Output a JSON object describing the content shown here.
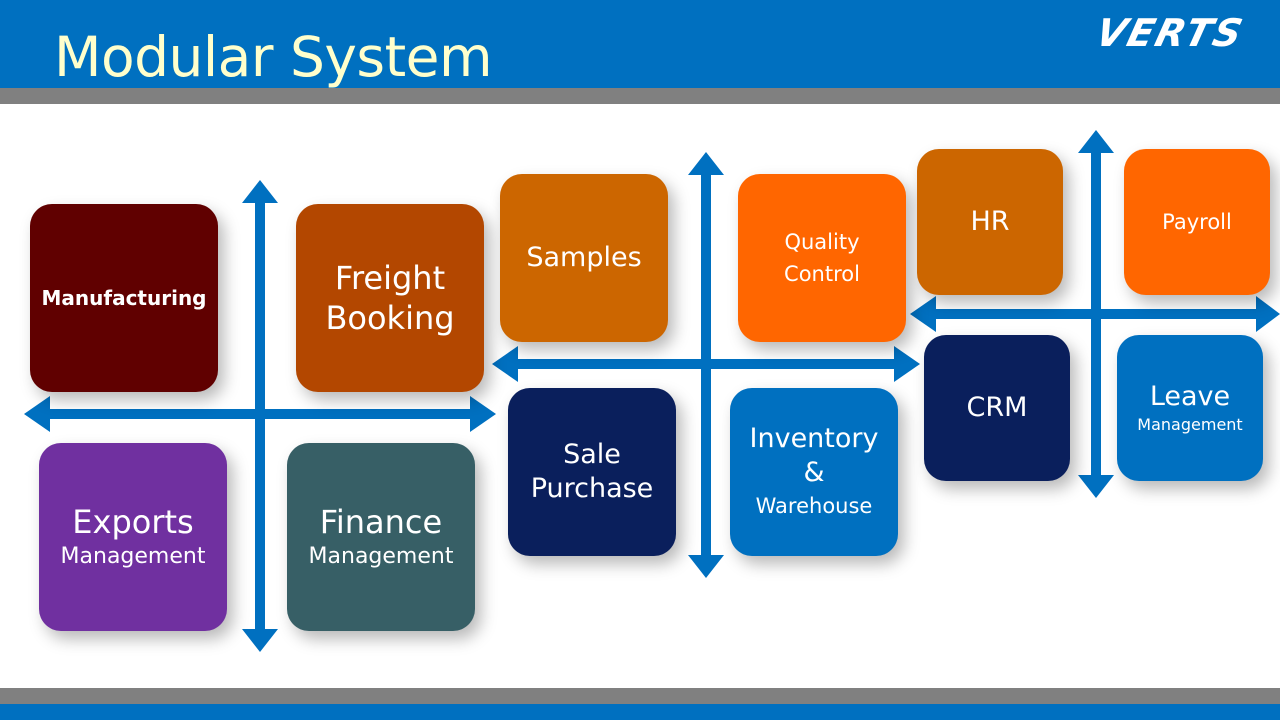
{
  "slide": {
    "title": "Modular System",
    "logo_text": "VERTS"
  },
  "colors": {
    "header_blue": "#0070c0",
    "band_gray": "#808080",
    "title_color": "#ffffcc",
    "arrow_blue": "#0070c0"
  },
  "modules": {
    "manufacturing": {
      "line1": "Manufacturing",
      "color": "#600000"
    },
    "freight_booking": {
      "line1": "Freight",
      "line2": "Booking",
      "color": "#b34700"
    },
    "exports_management": {
      "line1": "Exports",
      "line2": "Management",
      "color": "#7030a0"
    },
    "finance_management": {
      "line1": "Finance",
      "line2": "Management",
      "color": "#375f66"
    },
    "samples": {
      "line1": "Samples",
      "color": "#cc6600"
    },
    "quality_control": {
      "line1": "Quality",
      "line2": "Control",
      "color": "#ff6600"
    },
    "sale_purchase": {
      "line1": "Sale",
      "line2": "Purchase",
      "color": "#0a1f5c"
    },
    "inventory_warehouse": {
      "line1": "Inventory",
      "line2": "&",
      "line3": "Warehouse",
      "color": "#0070c0"
    },
    "hr": {
      "line1": "HR",
      "color": "#cc6600"
    },
    "payroll": {
      "line1": "Payroll",
      "color": "#ff6600"
    },
    "crm": {
      "line1": "CRM",
      "color": "#0a1f5c"
    },
    "leave_management": {
      "line1": "Leave",
      "line2": "Management",
      "color": "#0070c0"
    }
  }
}
